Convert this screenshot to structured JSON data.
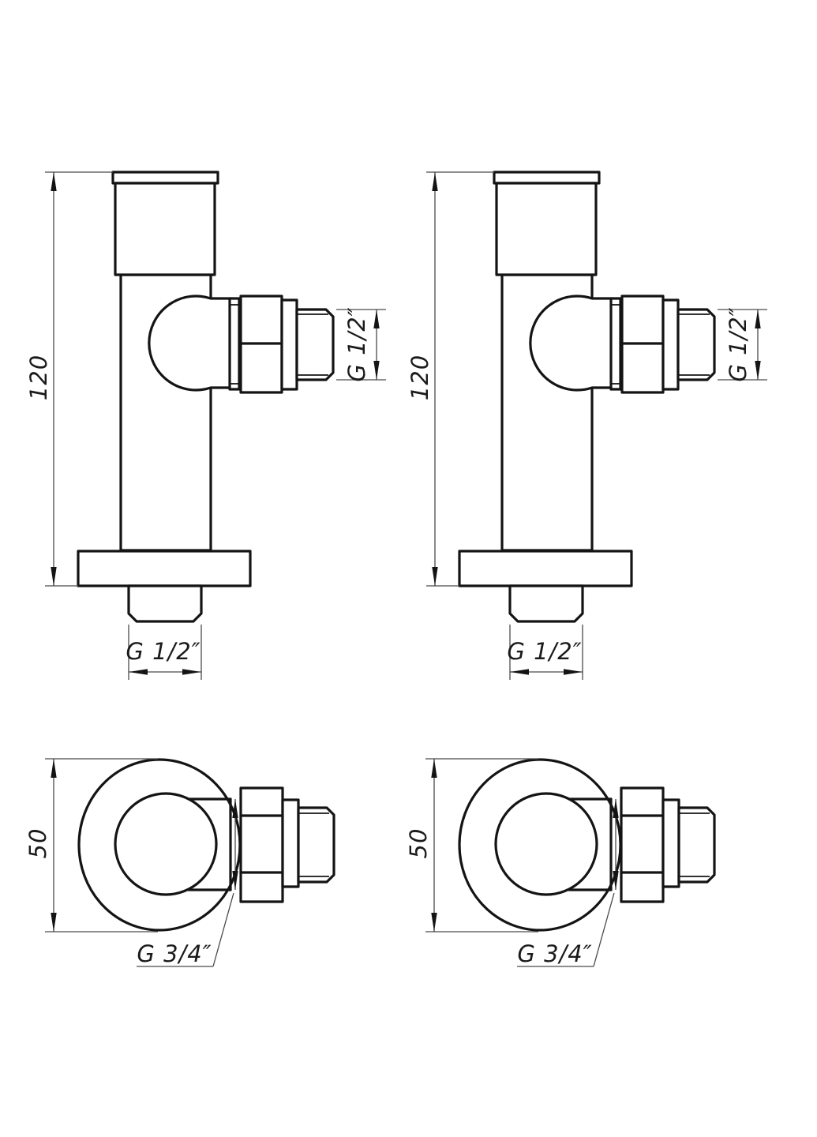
{
  "drawing": {
    "figures": {
      "side_left": {
        "height": "120",
        "outlet_thread": "G 1/2″",
        "inlet_thread": "G 1/2″"
      },
      "side_right": {
        "height": "120",
        "outlet_thread": "G 1/2″",
        "inlet_thread": "G 1/2″"
      },
      "plan_left": {
        "overall_diameter": "50",
        "union_thread": "G 3/4″"
      },
      "plan_right": {
        "overall_diameter": "50",
        "union_thread": "G 3/4″"
      }
    },
    "colors": {
      "background": "#ffffff",
      "outline": "#141414",
      "dimension_lines": "#4a4a4a",
      "text": "#1a1a1a"
    }
  }
}
